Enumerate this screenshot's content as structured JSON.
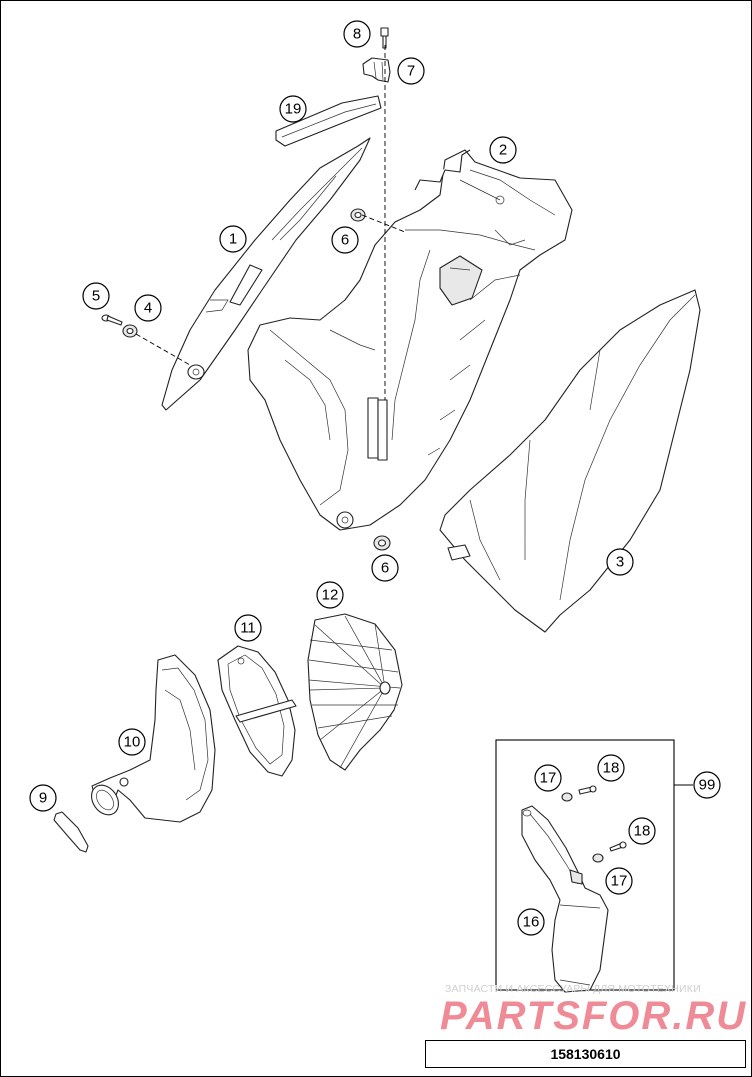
{
  "diagram": {
    "part_numbers": [
      "1",
      "2",
      "3",
      "4",
      "5",
      "6",
      "6",
      "7",
      "8",
      "9",
      "10",
      "11",
      "12",
      "16",
      "17",
      "17",
      "18",
      "18",
      "19",
      "99"
    ],
    "drawing_code": "158130610"
  },
  "watermark": {
    "caption": "ЗАПЧАСТИ И АКСЕССУАРЫ ДЛЯ МОТОТЕХНИКИ",
    "logo": "PARTSFOR.RU",
    "color": "#e22c40"
  },
  "colors": {
    "line": "#000000",
    "background": "#ffffff"
  }
}
